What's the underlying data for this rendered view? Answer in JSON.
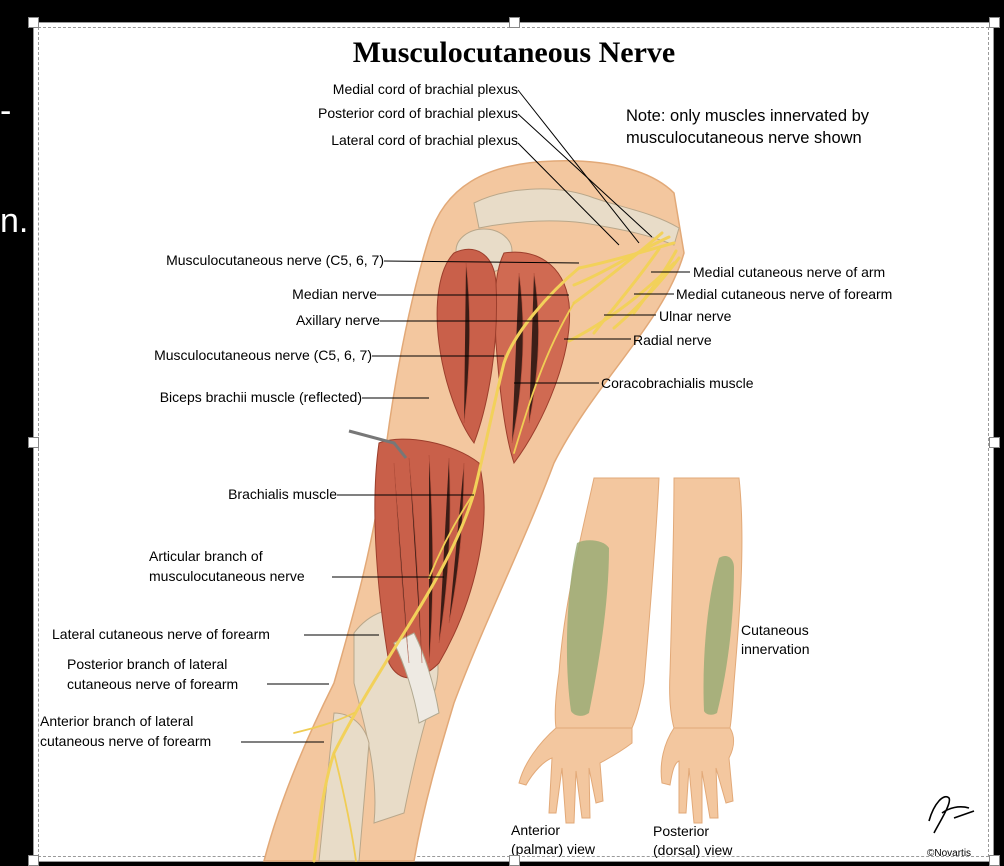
{
  "slide_fragments": {
    "left_char_1": "-",
    "left_char_2": "n."
  },
  "title": "Musculocutaneous Nerve",
  "note_lines": [
    "Note:  only muscles innervated by",
    "musculocutaneous nerve shown"
  ],
  "labels_left": [
    "Medial cord of brachial plexus",
    "Posterior cord of brachial plexus",
    "Lateral cord of brachial plexus",
    "Musculocutaneous nerve (C5, 6, 7)",
    "Median nerve",
    "Axillary nerve",
    "Musculocutaneous nerve (C5, 6, 7)",
    "Biceps brachii muscle (reflected)",
    "Brachialis muscle",
    "Articular branch of",
    "musculocutaneous nerve",
    "Lateral cutaneous nerve of forearm",
    "Posterior branch of lateral",
    "cutaneous nerve of forearm",
    "Anterior branch of lateral",
    "cutaneous nerve of forearm"
  ],
  "labels_right": [
    "Medial cutaneous nerve of arm",
    "Medial cutaneous nerve of forearm",
    "Ulnar nerve",
    "Radial nerve",
    "Coracobrachialis muscle"
  ],
  "cutaneous_label": [
    "Cutaneous",
    "innervation"
  ],
  "view_labels": {
    "anterior": [
      "Anterior",
      "(palmar) view"
    ],
    "posterior": [
      "Posterior",
      "(dorsal) view"
    ]
  },
  "credit": "©Novartis",
  "colors": {
    "muscle": "#c9604a",
    "nerve": "#f2d15a",
    "skin": "#f3c79f",
    "innervation": "#9aab76",
    "bone": "#e8dcc8"
  }
}
